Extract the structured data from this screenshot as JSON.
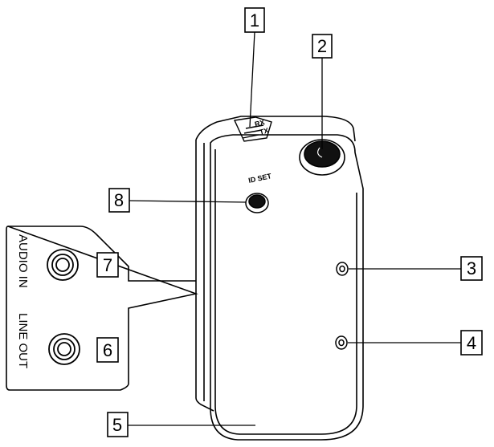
{
  "device_labels": {
    "id_set": "ID SET",
    "rx": "RX",
    "tx": "TX",
    "audio_in": "AUDIO IN",
    "line_out": "LINE OUT"
  },
  "callouts": {
    "c1": "1",
    "c2": "2",
    "c3": "3",
    "c4": "4",
    "c5": "5",
    "c6": "6",
    "c7": "7",
    "c8": "8"
  },
  "colors": {
    "stroke": "#000000",
    "background": "#ffffff"
  }
}
